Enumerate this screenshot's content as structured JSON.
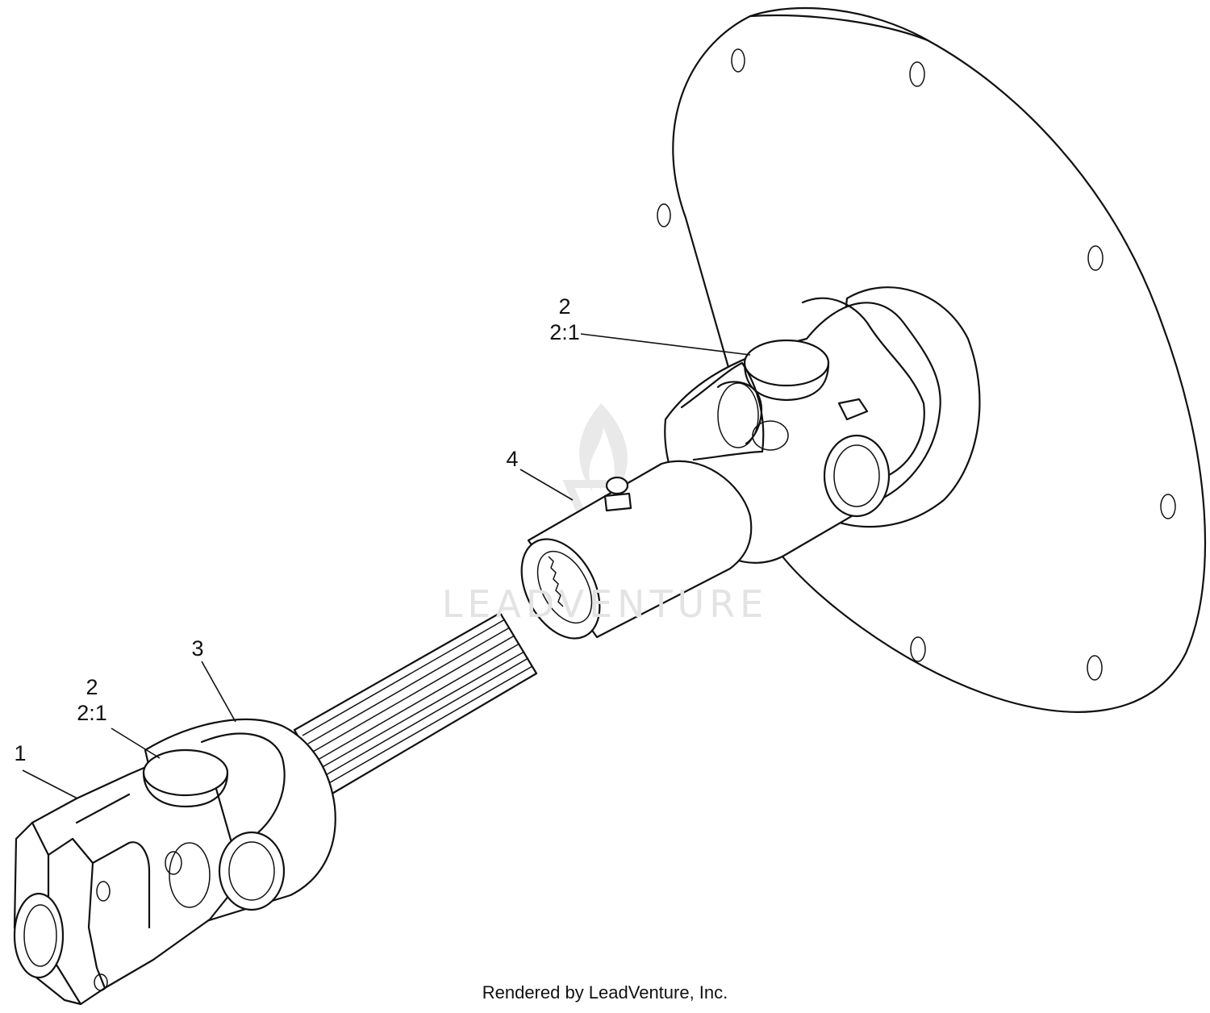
{
  "callouts": {
    "c1": {
      "number": "1"
    },
    "c2_lower": {
      "number": "2",
      "ratio": "2:1"
    },
    "c2_upper": {
      "number": "2",
      "ratio": "2:1"
    },
    "c3": {
      "number": "3"
    },
    "c4": {
      "number": "4"
    }
  },
  "watermark": {
    "text": "LEADVENTURE"
  },
  "footer": {
    "text": "Rendered by LeadVenture, Inc."
  }
}
